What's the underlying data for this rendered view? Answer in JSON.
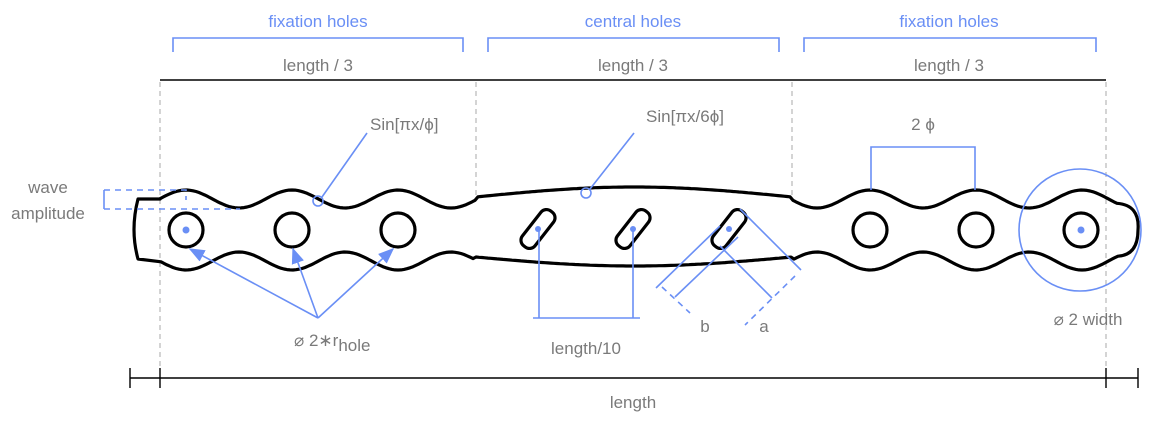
{
  "colors": {
    "accent": "#6a8ff5",
    "text": "#7a7a7a",
    "outline": "#000000"
  },
  "sections": [
    {
      "group_label": "fixation holes",
      "length_label": "length / 3"
    },
    {
      "group_label": "central holes",
      "length_label": "length / 3"
    },
    {
      "group_label": "fixation holes",
      "length_label": "length / 3"
    }
  ],
  "annotations": {
    "wave_fixation": "Sin[πx/ϕ]",
    "wave_central": "Sin[πx/6ϕ]",
    "wave_amplitude_line1": "wave",
    "wave_amplitude_line2": "amplitude",
    "hole_diameter_prefix": "⌀ 2∗r",
    "hole_diameter_sub": "hole",
    "slot_spacing": "length/10",
    "slot_b": "b",
    "slot_a": "a",
    "hole_spacing": "2 ϕ",
    "end_diameter": "⌀ 2 width",
    "total_length": "length"
  }
}
